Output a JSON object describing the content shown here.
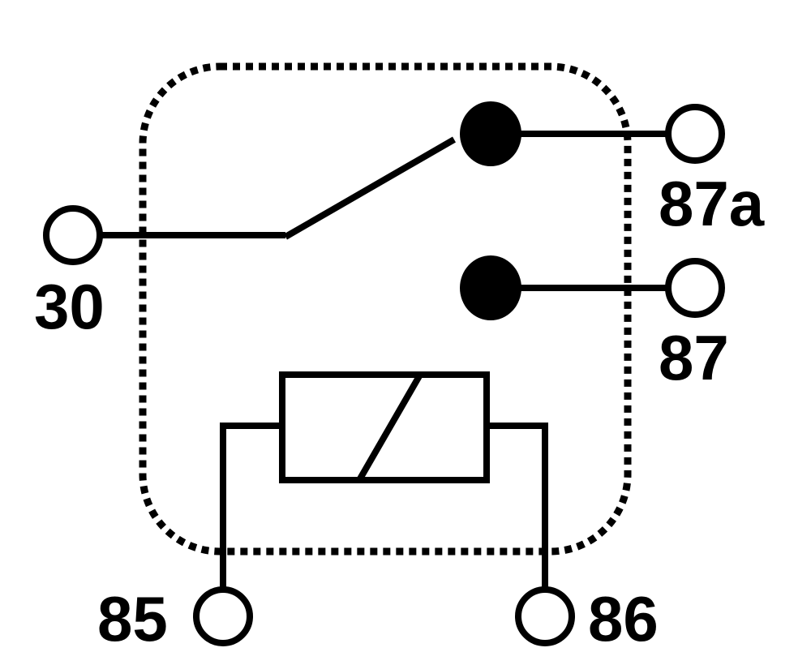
{
  "colors": {
    "ink": "#000000",
    "background": "#ffffff"
  },
  "pins": {
    "p30": "30",
    "p87a": "87a",
    "p87": "87",
    "p85": "85",
    "p86": "86"
  }
}
